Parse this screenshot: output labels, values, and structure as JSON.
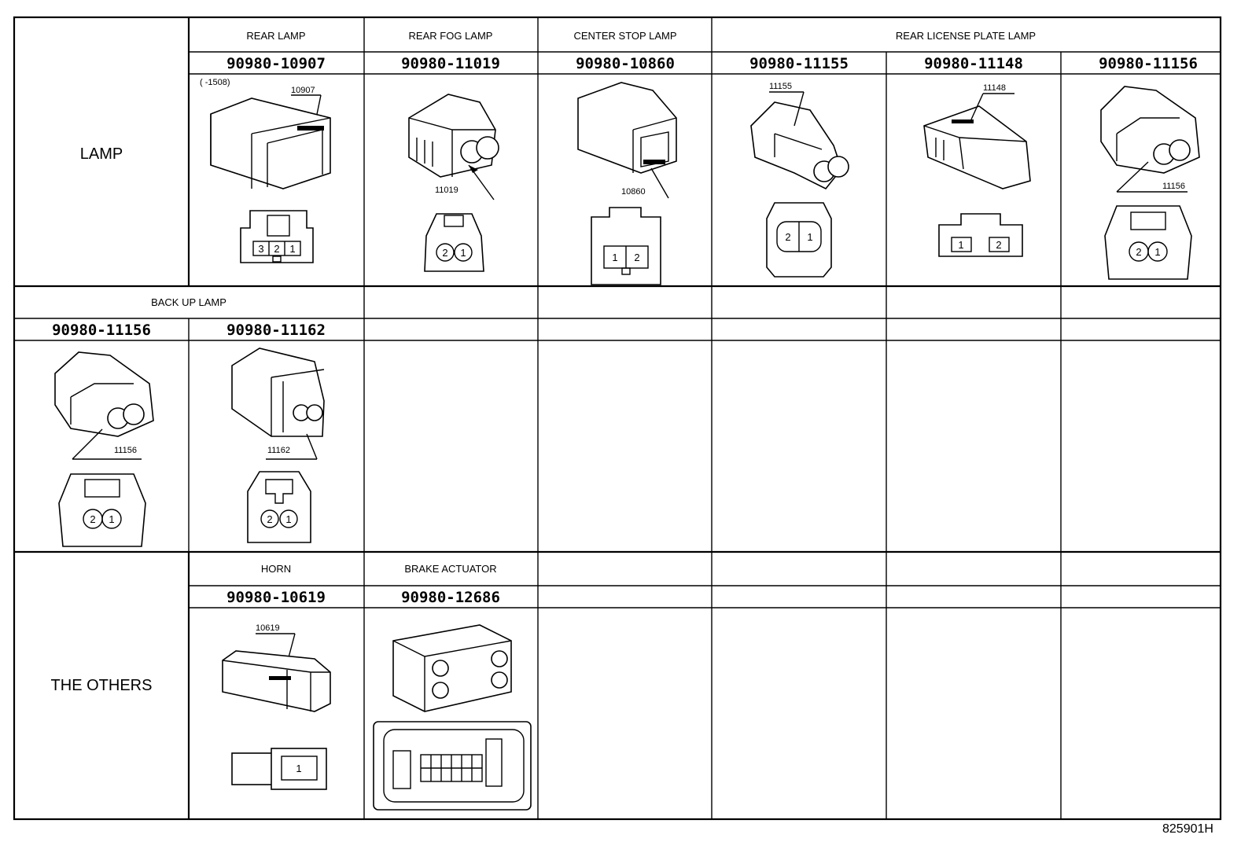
{
  "sections": {
    "lamp": "LAMP",
    "others": "THE OTHERS"
  },
  "categories": {
    "rear_lamp": "REAR LAMP",
    "rear_fog_lamp": "REAR FOG LAMP",
    "center_stop_lamp": "CENTER STOP LAMP",
    "rear_license_plate_lamp": "REAR LICENSE PLATE LAMP",
    "back_up_lamp": "BACK UP LAMP",
    "horn": "HORN",
    "brake_actuator": "BRAKE ACTUATOR"
  },
  "parts": {
    "p10907": "90980-10907",
    "p11019": "90980-11019",
    "p10860": "90980-10860",
    "p11155": "90980-11155",
    "p11148": "90980-11148",
    "p11156": "90980-11156",
    "p11156b": "90980-11156",
    "p11162": "90980-11162",
    "p10619": "90980-10619",
    "p12686": "90980-12686"
  },
  "callouts": {
    "c10907": "10907",
    "c1508": "(      -1508)",
    "c11019": "11019",
    "c10860": "10860",
    "c11155": "11155",
    "c11148": "11148",
    "c11156": "11156",
    "c11156b": "11156",
    "c11162": "11162",
    "c10619": "10619"
  },
  "pins": {
    "one": "1",
    "two": "2",
    "three": "3"
  },
  "footer": "825901H"
}
